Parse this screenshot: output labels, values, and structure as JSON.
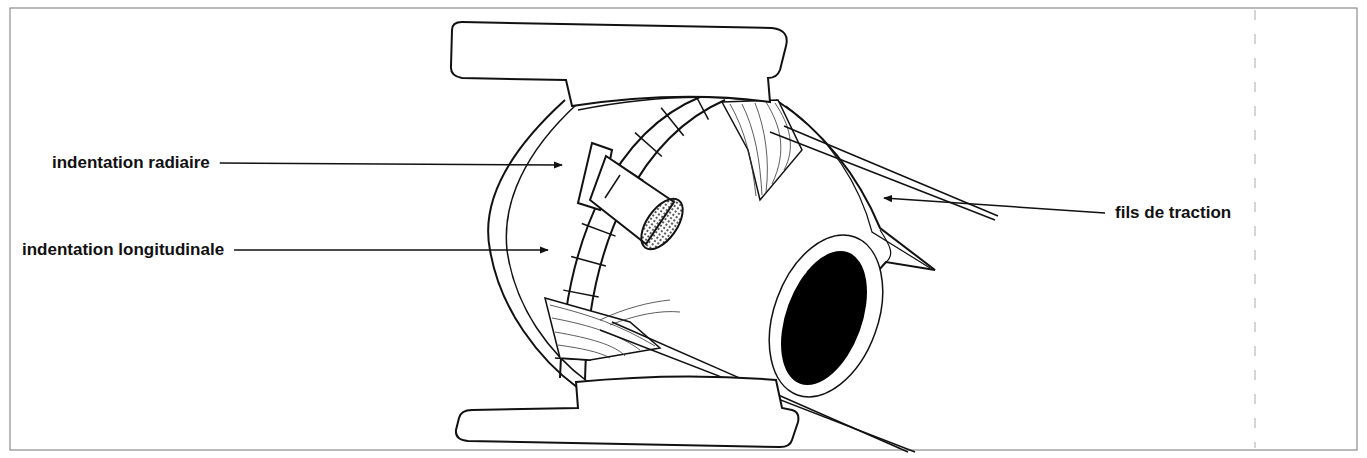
{
  "diagram": {
    "labels": [
      "indentation radiaire",
      "indentation longitudinale",
      "fils de traction"
    ]
  }
}
